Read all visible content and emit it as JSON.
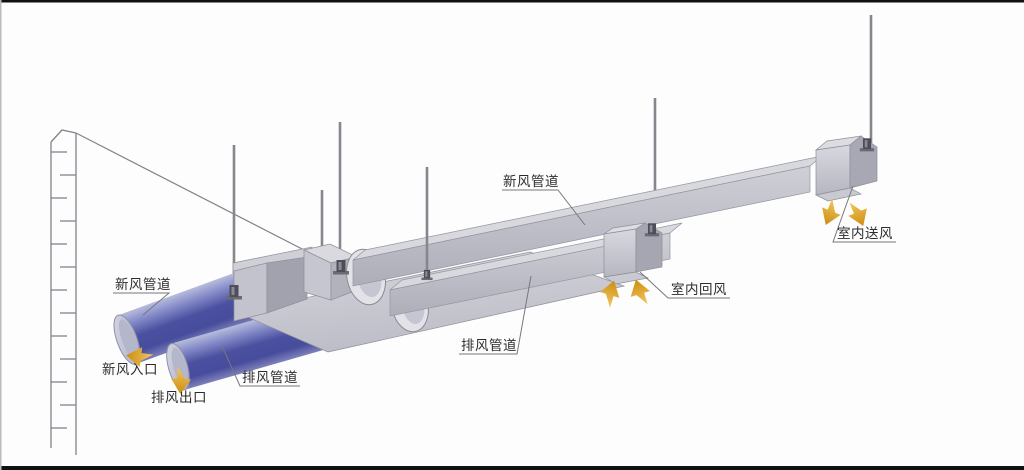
{
  "diagram": {
    "labels": {
      "fresh_duct_top": "新风管道",
      "indoor_supply": "室内送风",
      "indoor_return": "室内回风",
      "exhaust_duct_mid": "排风管道",
      "fresh_duct_left": "新风管道",
      "fresh_inlet": "新风入口",
      "exhaust_outlet": "排风出口",
      "exhaust_duct_left": "排风管道"
    },
    "colors": {
      "pipe_blue": "#4b50a0",
      "arrow_gold": "#dea42c",
      "metal_light": "#d8d8de",
      "metal_mid": "#c2c2cc",
      "metal_dark": "#a4a4b0",
      "line_gray": "#82828a",
      "text": "#2c2c2c",
      "border": "#111111"
    }
  }
}
